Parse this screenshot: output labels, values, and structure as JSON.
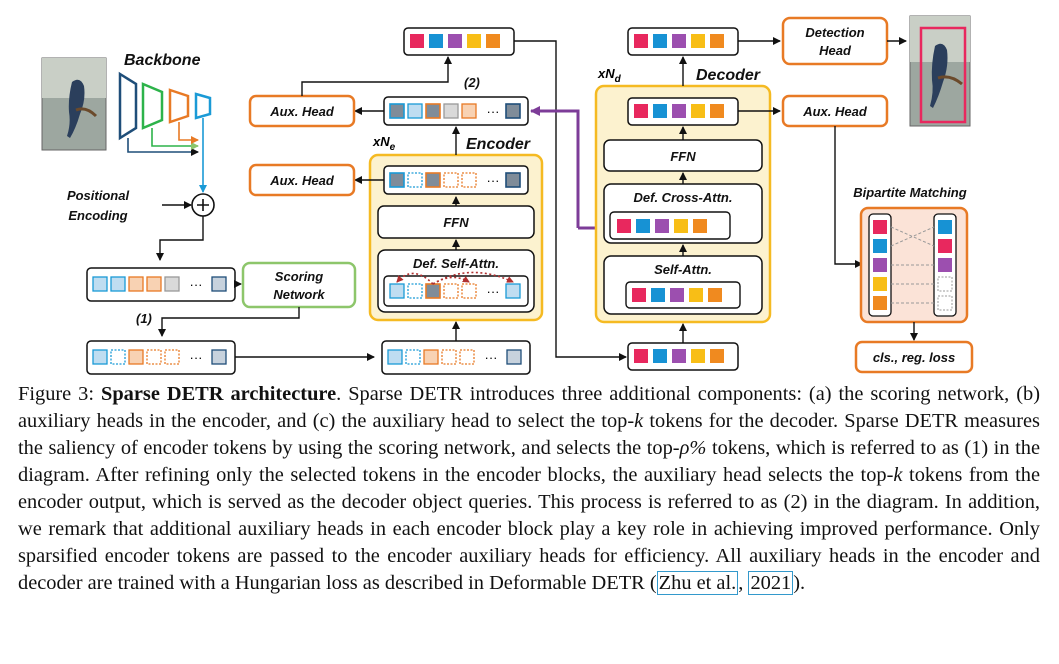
{
  "diagram": {
    "backbone": "Backbone",
    "positional_encoding": [
      "Positional",
      "Encoding"
    ],
    "scoring_network": [
      "Scoring",
      "Network"
    ],
    "aux_head": "Aux. Head",
    "encoder": "Encoder",
    "decoder": "Decoder",
    "repeat_encoder": "xN",
    "repeat_encoder_sub": "e",
    "repeat_decoder": "xN",
    "repeat_decoder_sub": "d",
    "ffn": "FFN",
    "def_self_attn": "Def. Self-Attn.",
    "def_cross_attn": "Def. Cross-Attn.",
    "self_attn": "Self-Attn.",
    "detection_head": [
      "Detection",
      "Head"
    ],
    "bipartite_matching": "Bipartite Matching",
    "loss": "cls., reg. loss",
    "step1": "(1)",
    "step2": "(2)",
    "ellipsis": "···",
    "plus": "+"
  },
  "colors": {
    "orange": "#E87A25",
    "green": "#8DC66B",
    "blue_token": "#1A9AD6",
    "grey_token": "#7F8C99",
    "encoder_fill": "#FCF2CF",
    "encoder_stroke": "#F5BA22",
    "purple": "#7D3C98",
    "q_red": "#E8285E",
    "q_blue": "#1792D4",
    "q_purple": "#9C4FAF",
    "q_yellow": "#F8BE16",
    "q_orange": "#F08A1F"
  },
  "caption": {
    "label": "Figure 3:",
    "title": "Sparse DETR architecture",
    "text_1": ". Sparse DETR introduces three additional components: (a) the scoring network, (b) auxiliary heads in the encoder, and (c) the auxiliary head to select the top-",
    "k1": "k",
    "text_2": " tokens for the decoder. Sparse DETR measures the saliency of encoder tokens by using the scoring network, and selects the top-",
    "rho": "ρ%",
    "text_3": " tokens, which is referred to as (1) in the diagram. After refining only the selected tokens in the encoder blocks, the auxiliary head selects the top-",
    "k2": "k",
    "text_4": " tokens from the encoder output, which is served as the decoder object queries. This process is referred to as (2) in the diagram. In addition, we remark that additional auxiliary heads in each encoder block play a key role in achieving improved performance. Only sparsified encoder tokens are passed to the encoder auxiliary heads for efficiency. All auxiliary heads in the encoder and decoder are trained with a Hungarian loss as described in Deformable DETR (",
    "cite_author": "Zhu et al.",
    "cite_sep": ", ",
    "cite_year": "2021",
    "text_5": ")."
  }
}
